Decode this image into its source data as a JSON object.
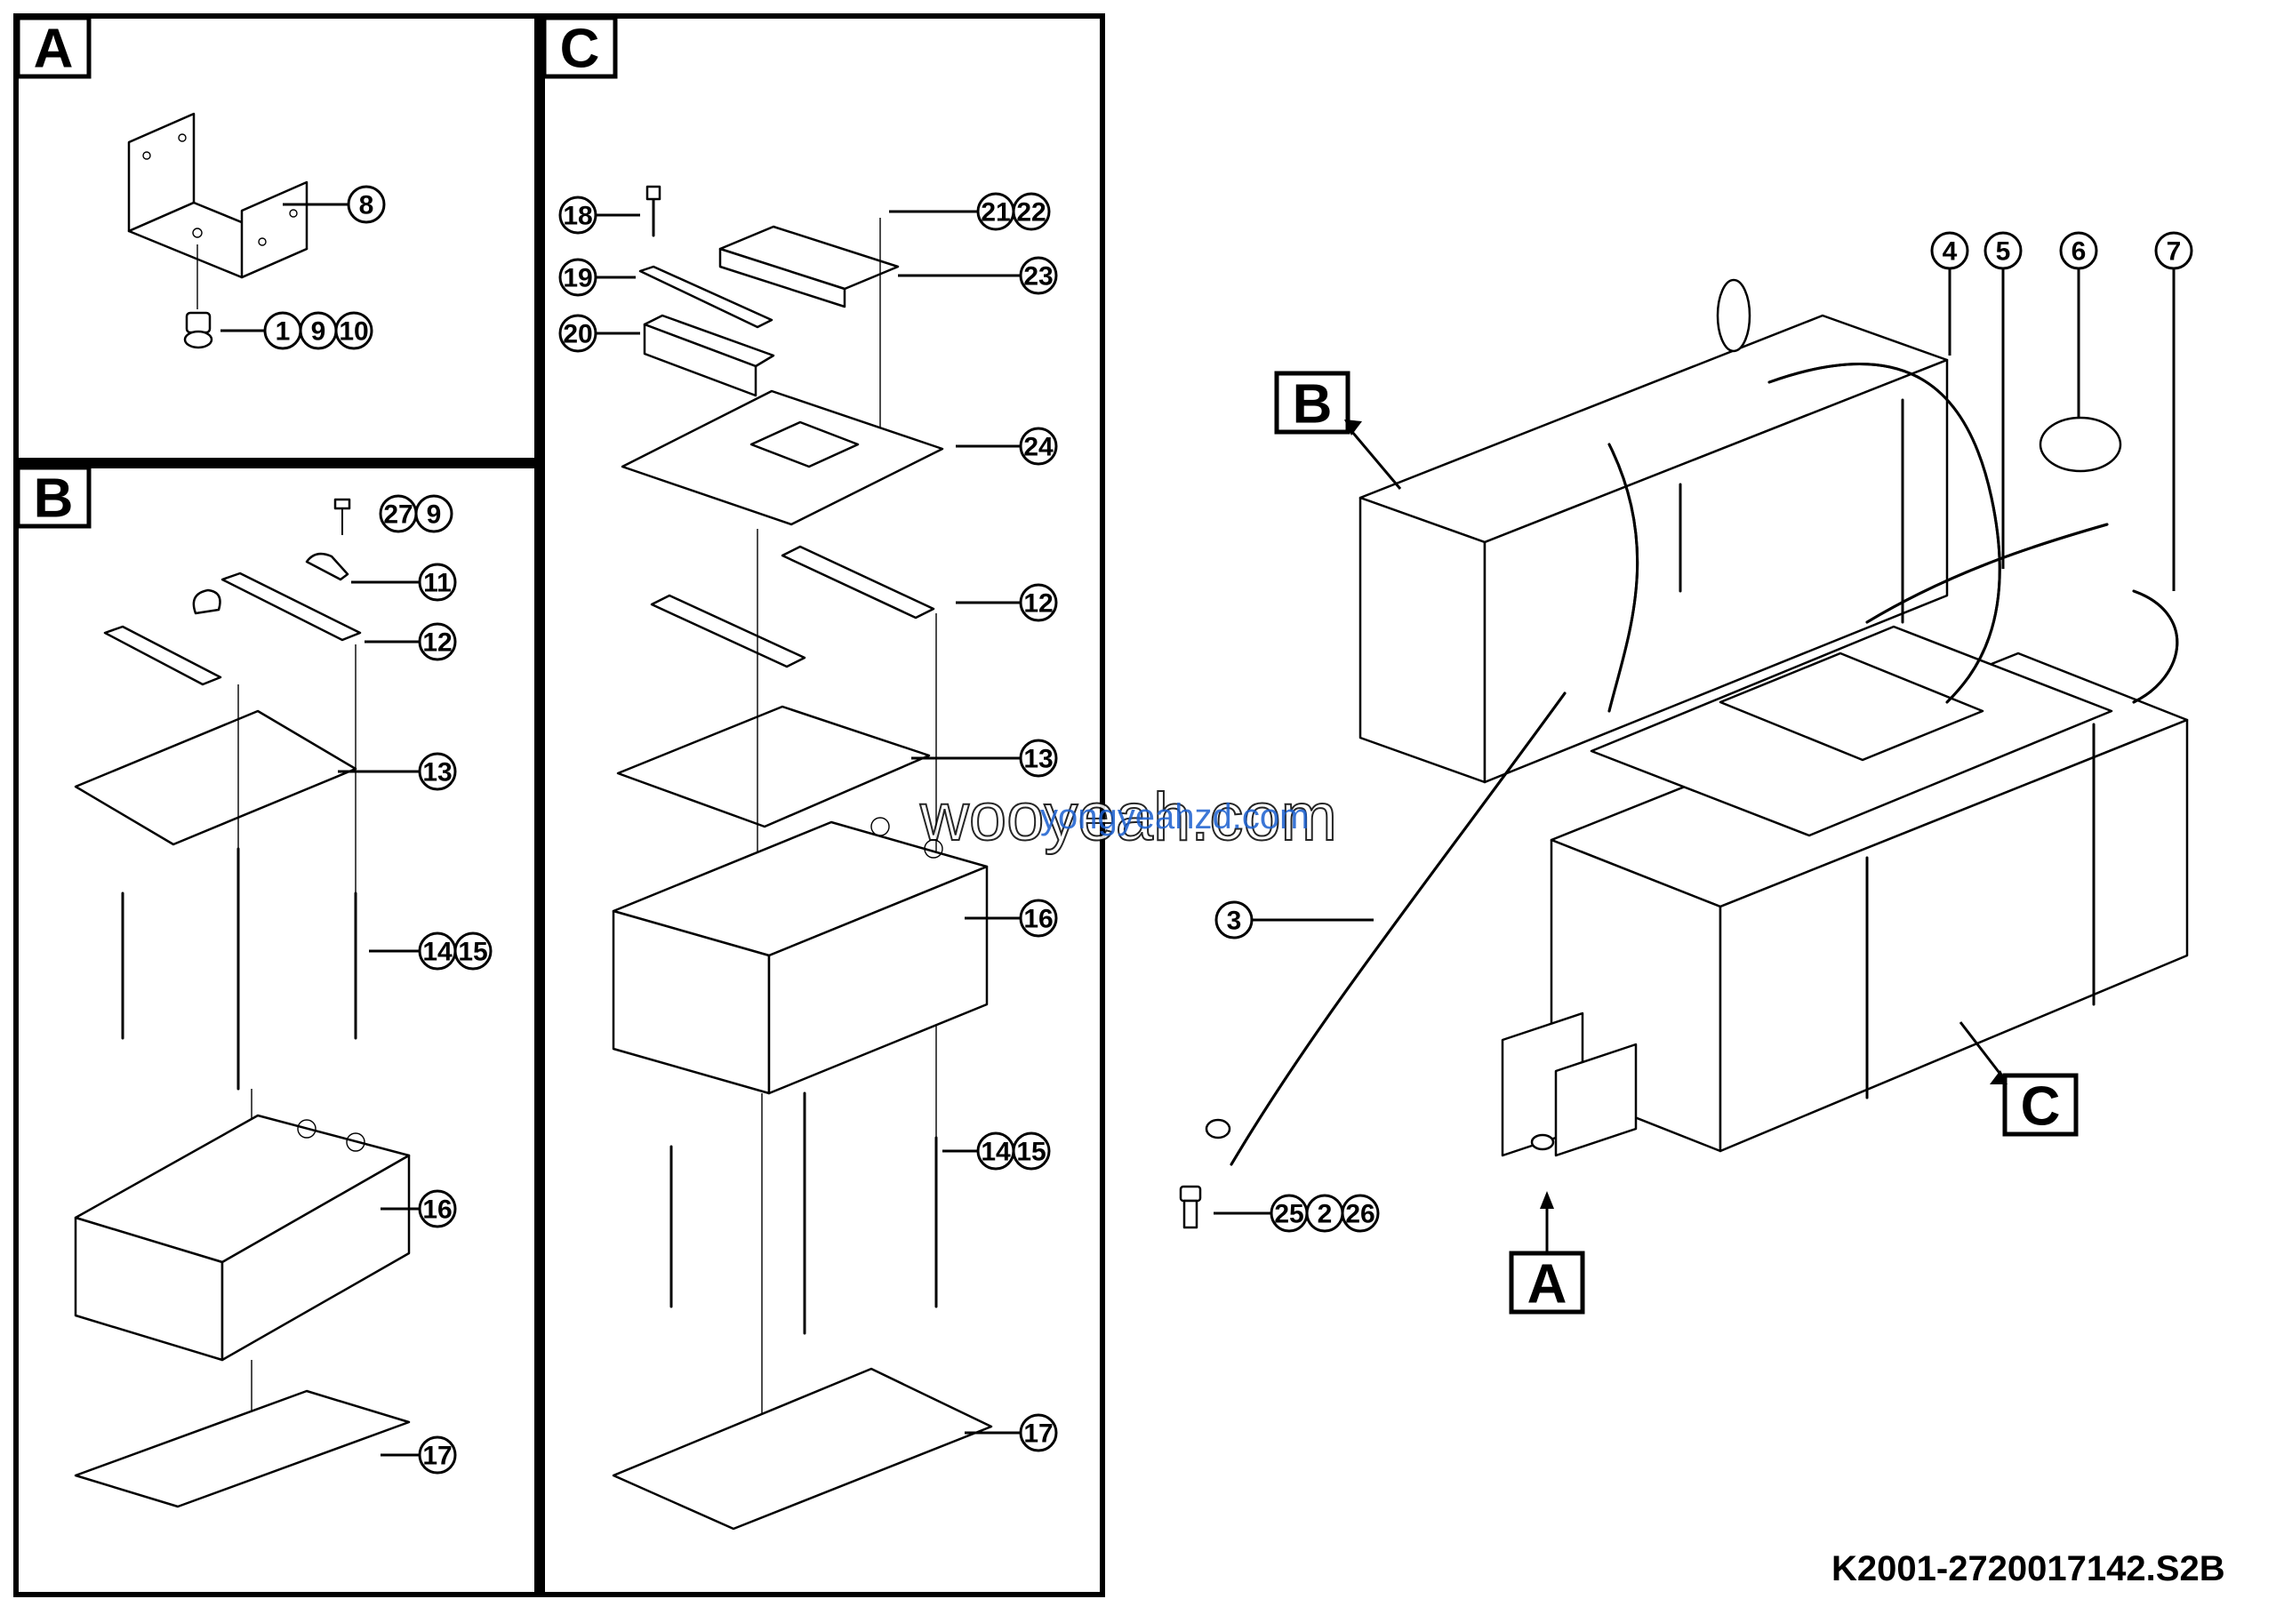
{
  "sections": [
    {
      "letter": "A"
    },
    {
      "letter": "B"
    },
    {
      "letter": "C"
    }
  ],
  "callouts": {
    "panelA": [
      {
        "id": "a8",
        "labels": [
          "8"
        ]
      },
      {
        "id": "a1",
        "labels": [
          "1",
          "9",
          "10"
        ]
      }
    ],
    "panelB": [
      {
        "id": "b27",
        "labels": [
          "27",
          "9"
        ]
      },
      {
        "id": "b11",
        "labels": [
          "11"
        ]
      },
      {
        "id": "b12",
        "labels": [
          "12"
        ]
      },
      {
        "id": "b13",
        "labels": [
          "13"
        ]
      },
      {
        "id": "b14",
        "labels": [
          "14",
          "15"
        ]
      },
      {
        "id": "b16",
        "labels": [
          "16"
        ]
      },
      {
        "id": "b17",
        "labels": [
          "17"
        ]
      }
    ],
    "panelC": [
      {
        "id": "c18",
        "labels": [
          "18"
        ]
      },
      {
        "id": "c19",
        "labels": [
          "19"
        ]
      },
      {
        "id": "c20",
        "labels": [
          "20"
        ]
      },
      {
        "id": "c21",
        "labels": [
          "21",
          "22"
        ]
      },
      {
        "id": "c23",
        "labels": [
          "23"
        ]
      },
      {
        "id": "c24",
        "labels": [
          "24"
        ]
      },
      {
        "id": "c12",
        "labels": [
          "12"
        ]
      },
      {
        "id": "c13",
        "labels": [
          "13"
        ]
      },
      {
        "id": "c16",
        "labels": [
          "16"
        ]
      },
      {
        "id": "c14",
        "labels": [
          "14",
          "15"
        ]
      },
      {
        "id": "c17",
        "labels": [
          "17"
        ]
      }
    ],
    "main": [
      {
        "id": "m4",
        "labels": [
          "4"
        ]
      },
      {
        "id": "m5",
        "labels": [
          "5"
        ]
      },
      {
        "id": "m6",
        "labels": [
          "6"
        ]
      },
      {
        "id": "m7",
        "labels": [
          "7"
        ]
      },
      {
        "id": "m3",
        "labels": [
          "3"
        ]
      },
      {
        "id": "m25",
        "labels": [
          "25",
          "2",
          "26"
        ]
      }
    ]
  },
  "main_section_labels": {
    "B": "B",
    "C": "C",
    "A": "A"
  },
  "watermark": {
    "primary": "wooyeah.com",
    "secondary": "yongyeahzd.com"
  },
  "drawing_code": "K2001-2720017142.S2B"
}
